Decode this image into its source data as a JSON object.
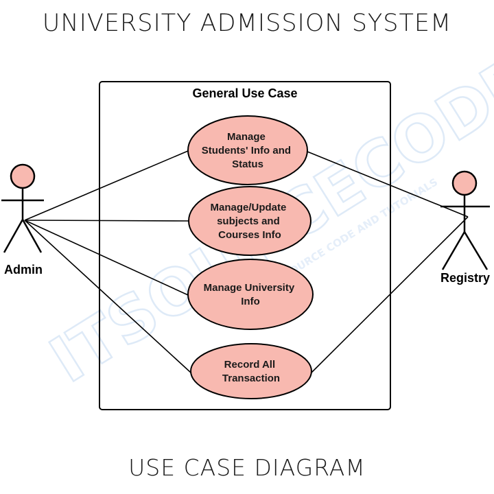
{
  "title": "UNIVERSITY ADMISSION SYSTEM",
  "caption": "USE CASE DIAGRAM",
  "system_boundary": {
    "label": "General Use Case"
  },
  "actors": [
    {
      "id": "admin",
      "label": "Admin"
    },
    {
      "id": "registry",
      "label": "Registry"
    }
  ],
  "use_cases": [
    {
      "id": "uc1",
      "lines": [
        "Manage",
        "Students' Info and",
        "Status"
      ]
    },
    {
      "id": "uc2",
      "lines": [
        "Manage/Update",
        "subjects and",
        "Courses Info"
      ]
    },
    {
      "id": "uc3",
      "lines": [
        "Manage University",
        "Info"
      ]
    },
    {
      "id": "uc4",
      "lines": [
        "Record All",
        "Transaction"
      ]
    }
  ],
  "associations": [
    {
      "actor": "admin",
      "use_case": "uc1"
    },
    {
      "actor": "admin",
      "use_case": "uc2"
    },
    {
      "actor": "admin",
      "use_case": "uc3"
    },
    {
      "actor": "admin",
      "use_case": "uc4"
    },
    {
      "actor": "registry",
      "use_case": "uc1"
    },
    {
      "actor": "registry",
      "use_case": "uc4"
    }
  ],
  "watermark": {
    "logo": "ITSOURCECODE",
    "tagline": "WITH SOURCE CODE AND TUTORIALS"
  },
  "colors": {
    "use_case_fill": "#f8b9b0",
    "actor_head_fill": "#f8b9b0",
    "stroke": "#000000",
    "watermark": "#dbe8f7"
  }
}
